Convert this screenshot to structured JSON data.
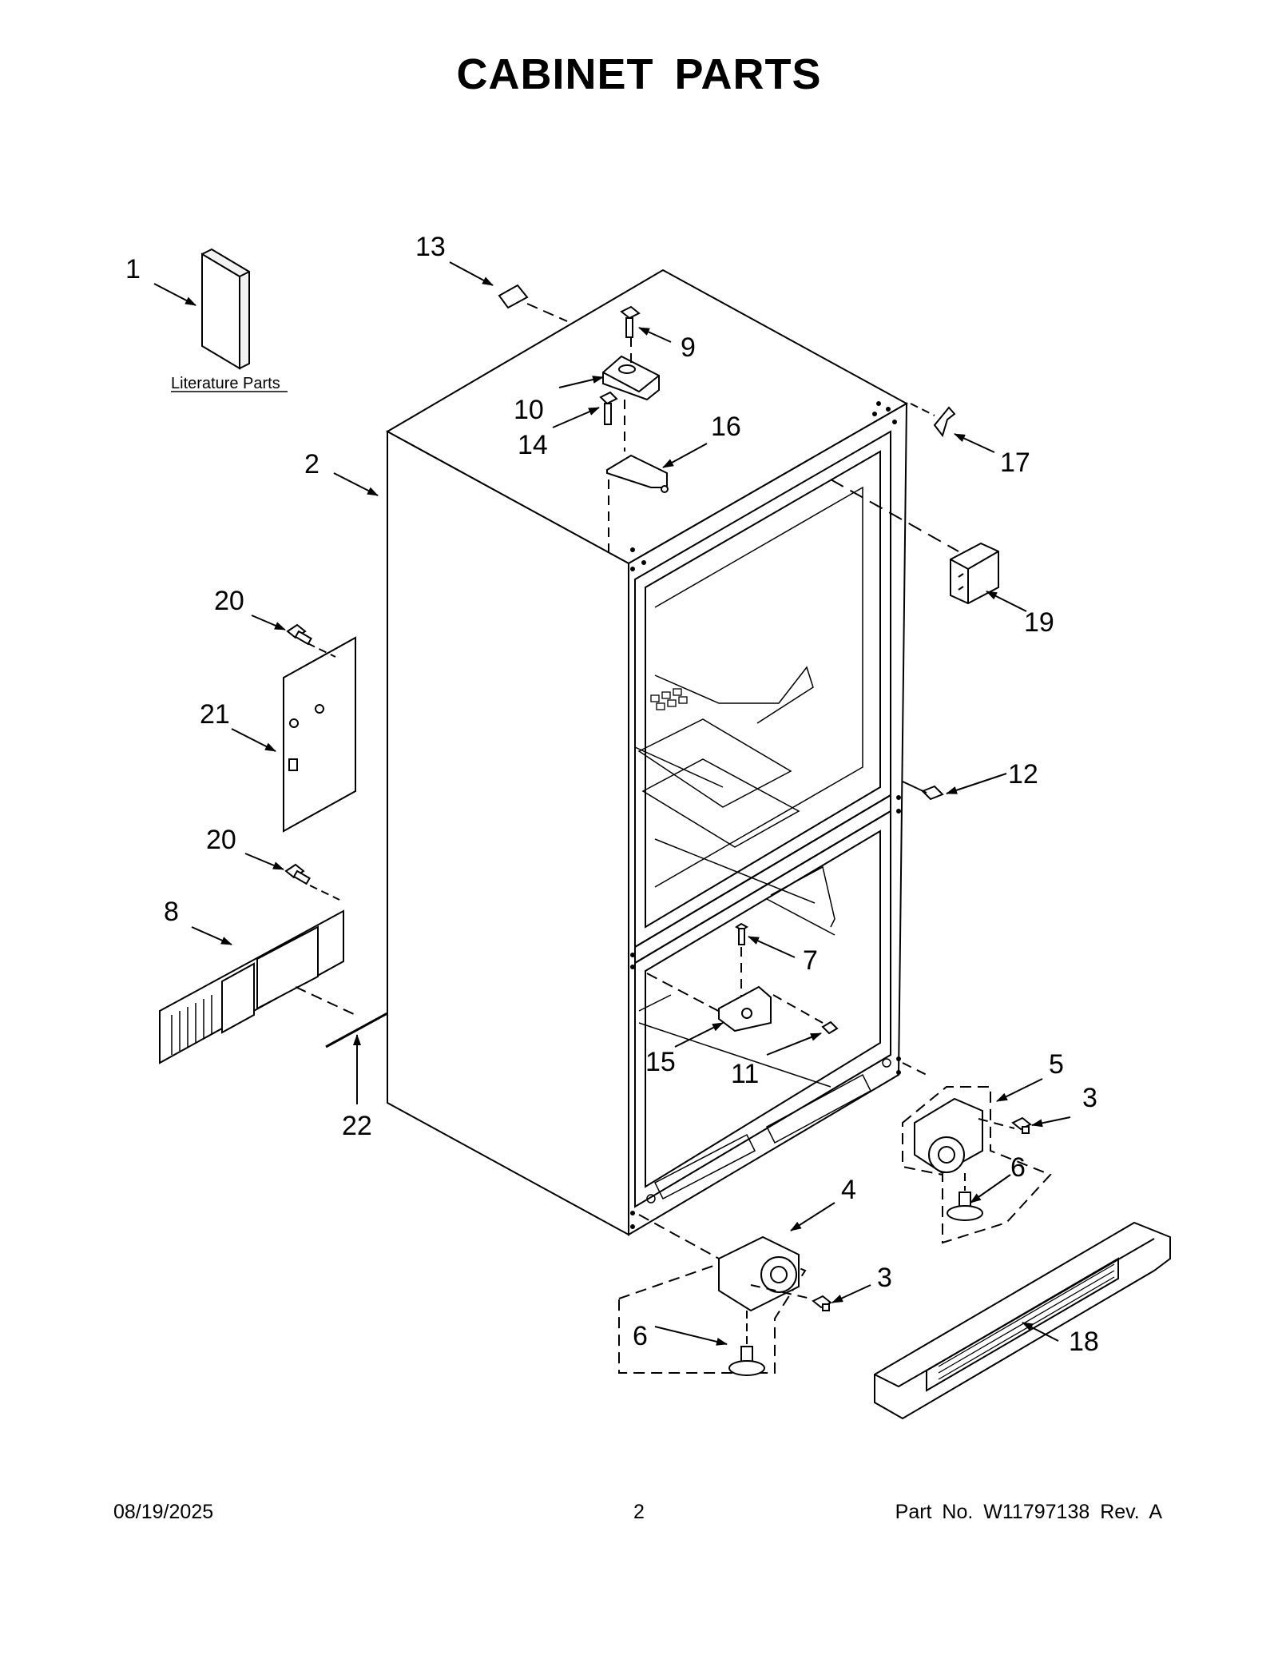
{
  "page": {
    "title": "CABINET PARTS",
    "footer_date": "08/19/2025",
    "footer_page": "2",
    "footer_part": "Part No.  W11797138   Rev.  A"
  },
  "labels": {
    "literature": "Literature Parts",
    "c1": "1",
    "c2": "2",
    "c3a": "3",
    "c3b": "3",
    "c4": "4",
    "c5": "5",
    "c6a": "6",
    "c6b": "6",
    "c7": "7",
    "c8": "8",
    "c9": "9",
    "c10": "10",
    "c11": "11",
    "c12": "12",
    "c13": "13",
    "c14": "14",
    "c15": "15",
    "c16": "16",
    "c17": "17",
    "c18": "18",
    "c19": "19",
    "c20a": "20",
    "c20b": "20",
    "c21": "21",
    "c22": "22"
  }
}
